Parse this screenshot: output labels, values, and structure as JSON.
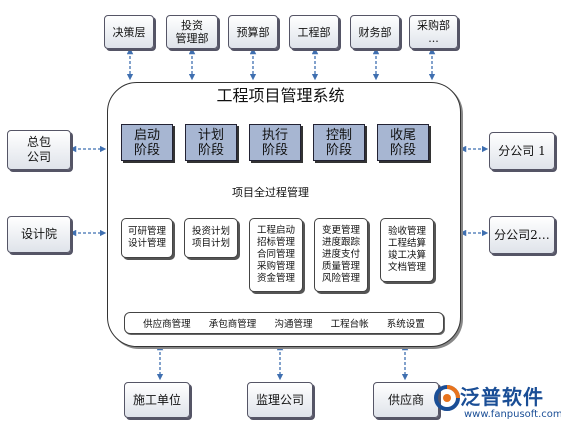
{
  "title": "工程项目管理系统",
  "top_boxes": [
    "决策层",
    "投资\n管理部",
    "预算部",
    "工程部",
    "财务部",
    "采购部\n..."
  ],
  "left_boxes": [
    "总包\n公司",
    "设计院"
  ],
  "right_boxes": [
    "分公司 1",
    "分公司2…"
  ],
  "bottom_boxes": [
    "施工单位",
    "监理公司",
    "供应商"
  ],
  "phases": [
    "启动\n阶段",
    "计划\n阶段",
    "执行\n阶段",
    "控制\n阶段",
    "收尾\n阶段"
  ],
  "process_arrow_label": "项目全过程管理",
  "function_groups": [
    "可研管理\n设计管理",
    "投资计划\n项目计划",
    "工程启动\n招标管理\n合同管理\n采购管理\n资金管理",
    "变更管理\n进度跟踪\n进度支付\n质量管理\n风险管理",
    "验收管理\n工程结算\n竣工决算\n文档管理"
  ],
  "bottom_bar_items": [
    "供应商管理",
    "承包商管理",
    "沟通管理",
    "工程台帐",
    "系统设置"
  ],
  "logo": {
    "name": "泛普软件",
    "url": "www.fanpusoft.com"
  },
  "colors": {
    "phase_fill": "#a7b6d2",
    "connector": "#3f6fb0",
    "logo_blue": "#1a4e96",
    "logo_orange": "#e8731c"
  }
}
